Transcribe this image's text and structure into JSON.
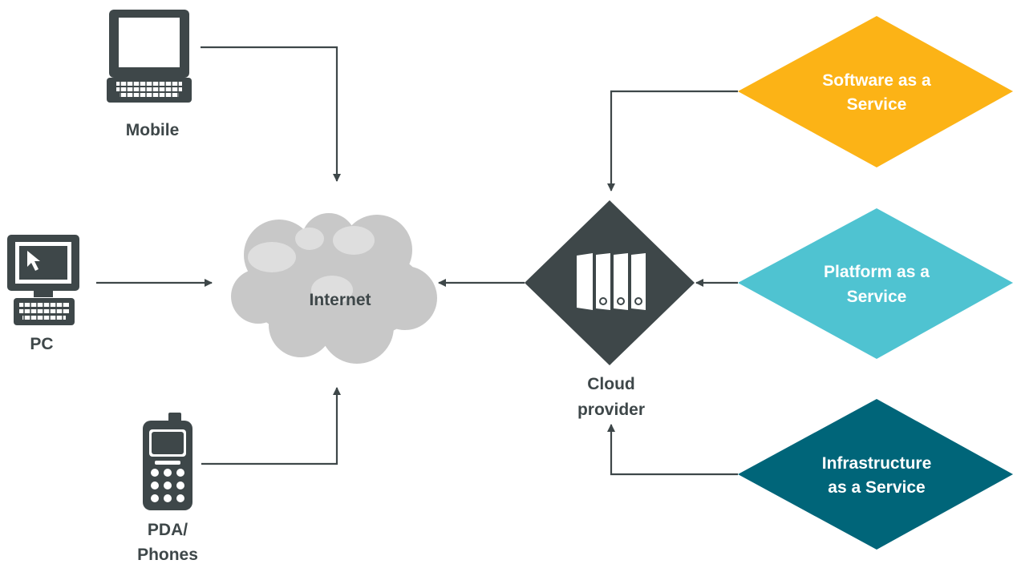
{
  "colors": {
    "ink": "#3e4749",
    "cloud": "#c8c8c8",
    "cloud_light": "#dedede",
    "saas": "#fcb316",
    "paas": "#4fc3d1",
    "iaas": "#006579",
    "background": "#ffffff"
  },
  "devices": {
    "mobile": {
      "label": "Mobile",
      "icon": "laptop-icon"
    },
    "pc": {
      "label": "PC",
      "icon": "desktop-computer-icon"
    },
    "phones": {
      "label_line1": "PDA/",
      "label_line2": "Phones",
      "icon": "cell-phone-icon"
    }
  },
  "internet": {
    "label": "Internet",
    "icon": "cloud-icon"
  },
  "cloud_provider": {
    "label_line1": "Cloud",
    "label_line2": "provider",
    "icon": "server-racks-icon"
  },
  "services": {
    "saas": {
      "line1": "Software as a",
      "line2": "Service"
    },
    "paas": {
      "line1": "Platform as a",
      "line2": "Service"
    },
    "iaas": {
      "line1": "Infrastructure",
      "line2": "as a Service"
    }
  }
}
